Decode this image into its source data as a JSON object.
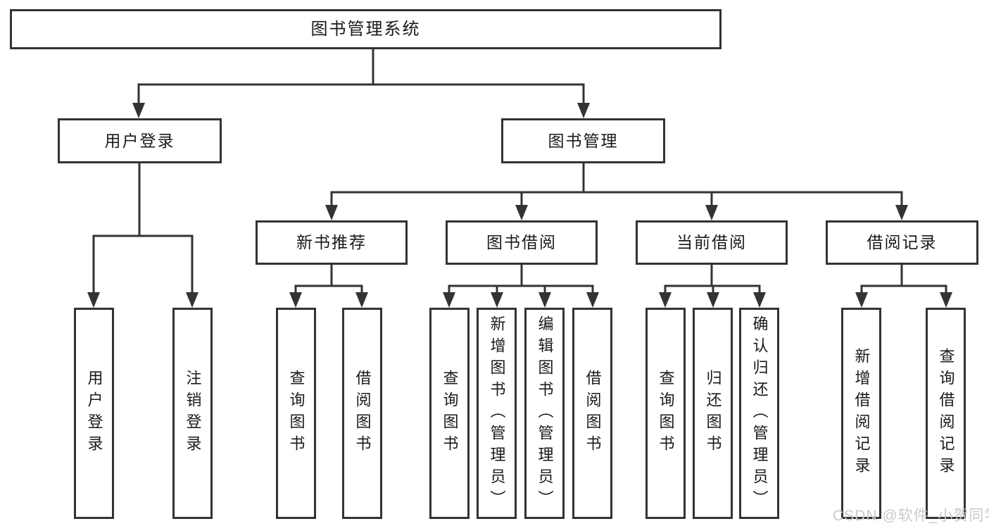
{
  "diagram": {
    "nodes": {
      "root": {
        "label": "图书管理系统"
      },
      "user_login": {
        "label": "用户登录"
      },
      "book_mgmt": {
        "label": "图书管理"
      },
      "new_book_rec": {
        "label": "新书推荐"
      },
      "book_borrow": {
        "label": "图书借阅"
      },
      "current_borrow": {
        "label": "当前借阅"
      },
      "borrow_records": {
        "label": "借阅记录"
      },
      "user_login_leaf": {
        "label": "用户登录"
      },
      "logout_leaf": {
        "label": "注销登录"
      },
      "nbr_query_books": {
        "label": "查询图书"
      },
      "nbr_borrow_books": {
        "label": "借阅图书"
      },
      "bb_query_books": {
        "label": "查询图书"
      },
      "bb_add_books_admin": {
        "label": "新增图书（管理员）"
      },
      "bb_edit_books_admin": {
        "label": "编辑图书（管理员）"
      },
      "bb_borrow_books": {
        "label": "借阅图书"
      },
      "cb_query_books": {
        "label": "查询图书"
      },
      "cb_return_books": {
        "label": "归还图书"
      },
      "cb_confirm_return_admin": {
        "label": "确认归还（管理员）"
      },
      "br_add_record": {
        "label": "新增借阅记录"
      },
      "br_query_record": {
        "label": "查询借阅记录"
      }
    },
    "structure": {
      "图书管理系统": {
        "用户登录": [
          "用户登录",
          "注销登录"
        ],
        "图书管理": {
          "新书推荐": [
            "查询图书",
            "借阅图书"
          ],
          "图书借阅": [
            "查询图书",
            "新增图书（管理员）",
            "编辑图书（管理员）",
            "借阅图书"
          ],
          "当前借阅": [
            "查询图书",
            "归还图书",
            "确认归还（管理员）"
          ],
          "借阅记录": [
            "新增借阅记录",
            "查询借阅记录"
          ]
        }
      }
    },
    "colors": {
      "line": "#333333",
      "box_border": "#333333",
      "text": "#1a1a1a",
      "background": "#ffffff",
      "watermark": "#c9c9c9"
    }
  },
  "watermark": {
    "text": "CSDN @软件_小贺同学"
  }
}
